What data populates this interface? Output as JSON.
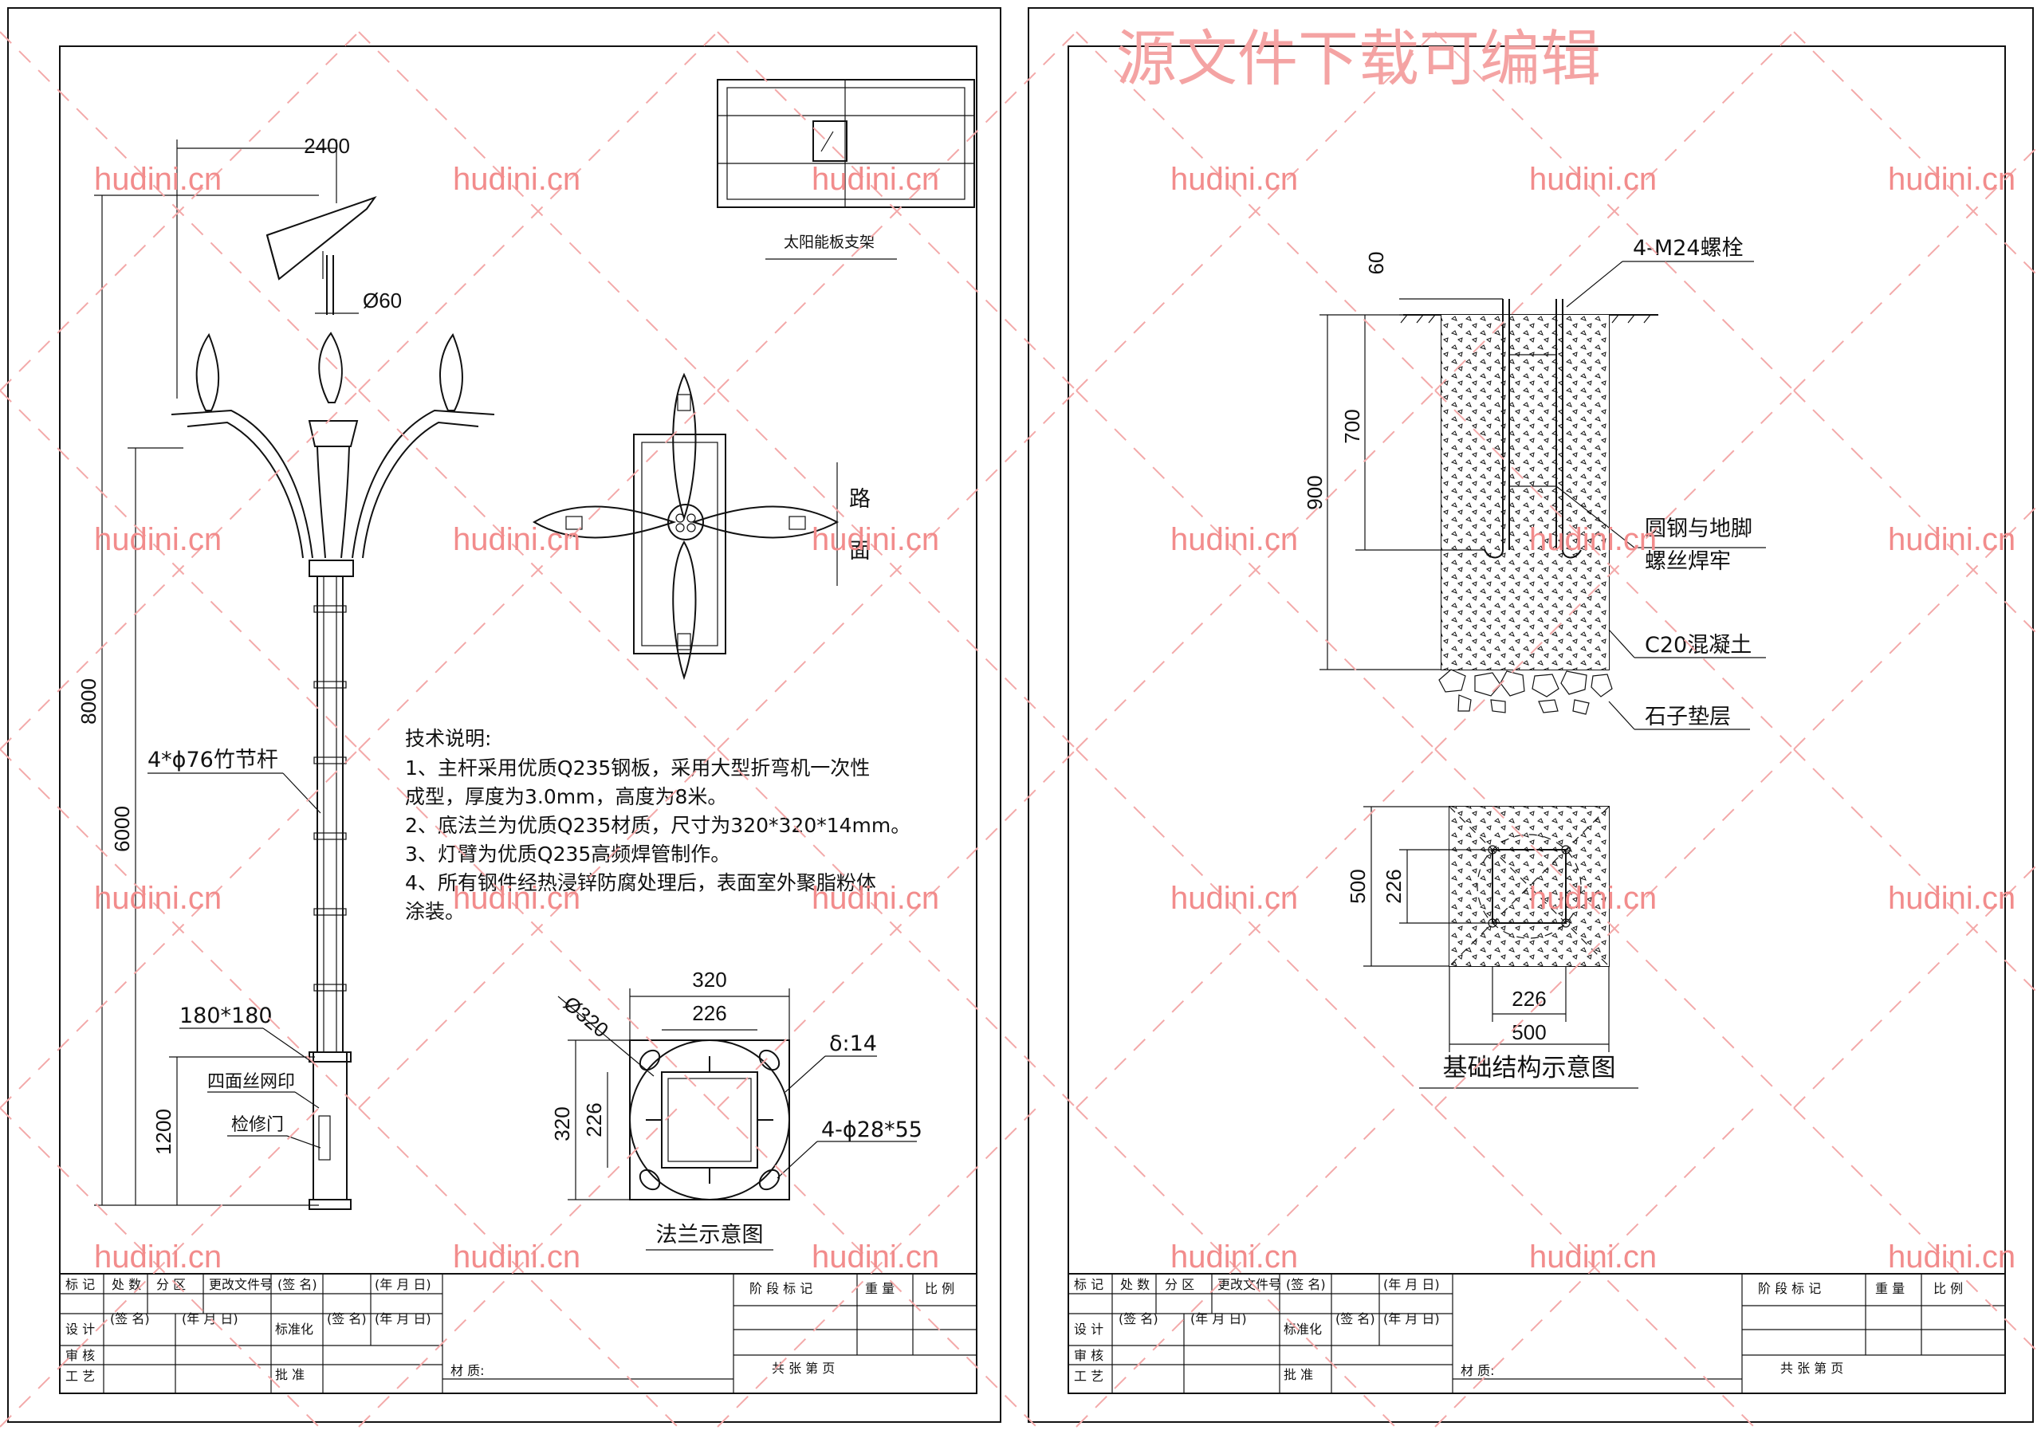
{
  "watermark": {
    "site": "hudini.cn",
    "banner": "源文件下载可编辑"
  },
  "sheet1": {
    "dims": {
      "width_2400": "2400",
      "pole_dia": "Ø60",
      "h_8000": "8000",
      "h_6000": "6000",
      "h_1200": "1200",
      "base_180": "180*180"
    },
    "labels": {
      "bamboo_pole": "4*ϕ76竹节杆",
      "silk_print": "四面丝网印",
      "door": "检修门",
      "solar_bracket": "太阳能板支架",
      "road": "路面"
    },
    "notes": {
      "title": "技术说明:",
      "lines": [
        "1、主杆采用优质Q235钢板，采用大型折弯机一次性",
        "成型，厚度为3.0mm，高度为8米。",
        "2、底法兰为优质Q235材质，尺寸为320*320*14mm。",
        "3、灯臂为优质Q235高频焊管制作。",
        "4、所有钢件经热浸锌防腐处理后，表面室外聚脂粉体",
        "涂装。"
      ]
    },
    "flange": {
      "title": "法兰示意图",
      "d_320": "320",
      "d_226": "226",
      "dia_320": "Ø320",
      "thickness": "δ:14",
      "holes": "4-ϕ28*55"
    }
  },
  "sheet2": {
    "section": {
      "bolts": "4-M24螺栓",
      "d_60": "60",
      "d_700": "700",
      "d_900": "900",
      "weld_1": "圆钢与地脚",
      "weld_2": "螺丝焊牢",
      "concrete": "C20混凝土",
      "gravel": "石子垫层"
    },
    "plan": {
      "title": "基础结构示意图",
      "d_500_v": "500",
      "d_226_v": "226",
      "d_226_h": "226",
      "d_500_h": "500"
    }
  },
  "title_block": {
    "mark": "标 记",
    "count": "处 数",
    "zone": "分 区",
    "change_doc": "更改文件号",
    "sign": "(签 名)",
    "date": "(年 月 日)",
    "design": "设 计",
    "standard": "标准化",
    "review": "审 核",
    "process": "工 艺",
    "approve": "批 准",
    "material": "材 质:",
    "stage": "阶 段 标 记",
    "weight": "重 量",
    "scale": "比 例",
    "pages": "共     张     第     页"
  }
}
